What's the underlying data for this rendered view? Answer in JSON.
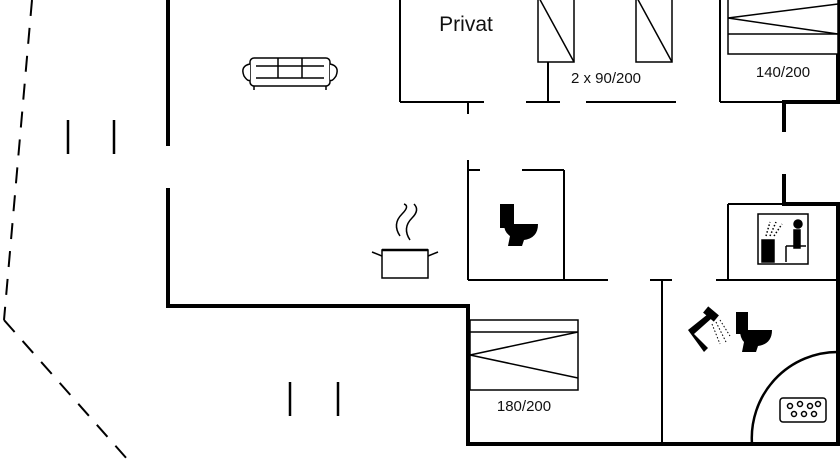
{
  "labels": {
    "private_room": "Privat",
    "bed_twin": "2 x 90/200",
    "bed_double_top": "140/200",
    "bed_double_bottom": "180/200"
  },
  "icons": [
    "sofa-icon",
    "cooking-pot-icon",
    "toilet-icon",
    "sauna-icon",
    "shower-icon",
    "whirlpool-icon",
    "bed-icon"
  ],
  "colors": {
    "wall": "#000000",
    "background": "#ffffff"
  }
}
